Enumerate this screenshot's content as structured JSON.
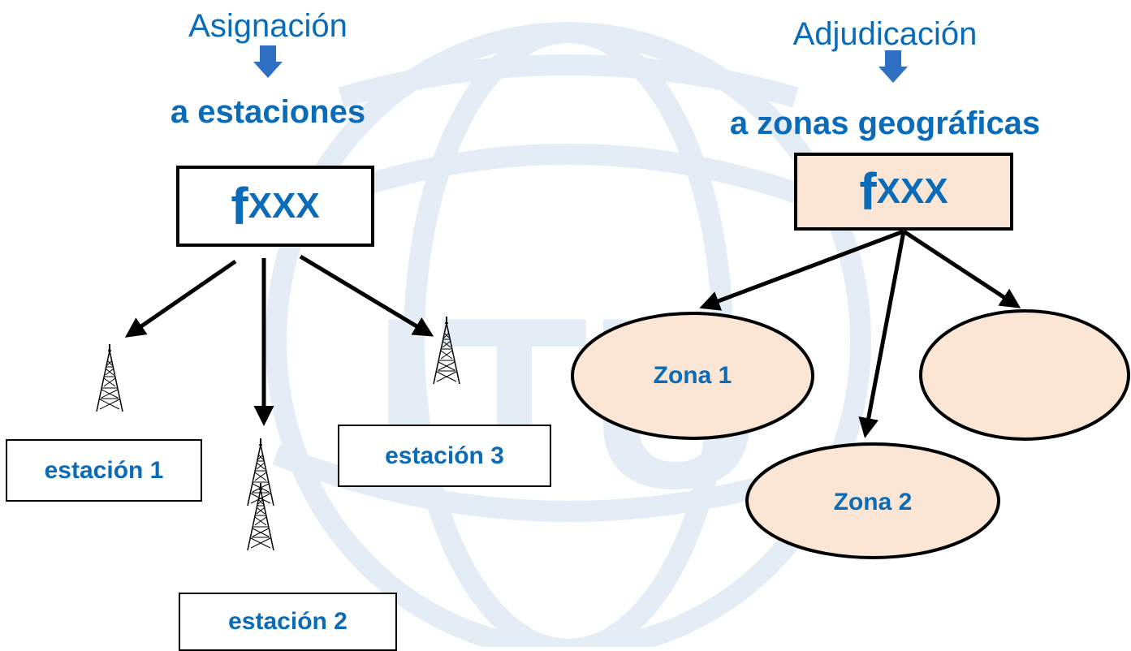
{
  "left": {
    "heading": "Asignación",
    "subheading": "a estaciones",
    "freq": {
      "base": "f",
      "sub": "XXX"
    },
    "stations": [
      "estación 1",
      "estación 2",
      "estación 3"
    ]
  },
  "right": {
    "heading": "Adjudicación",
    "subheading": "a zonas geográficas",
    "freq": {
      "base": "f",
      "sub": "XXX"
    },
    "zones": [
      "Zona 1",
      "Zona 2",
      ""
    ]
  },
  "watermark": {
    "text": "ITU"
  },
  "colors": {
    "text_blue": "#0a6bb8",
    "arrow_blue": "#2e6fc4",
    "zone_fill": "#fbe5d4",
    "watermark": "#e4ecf6"
  }
}
